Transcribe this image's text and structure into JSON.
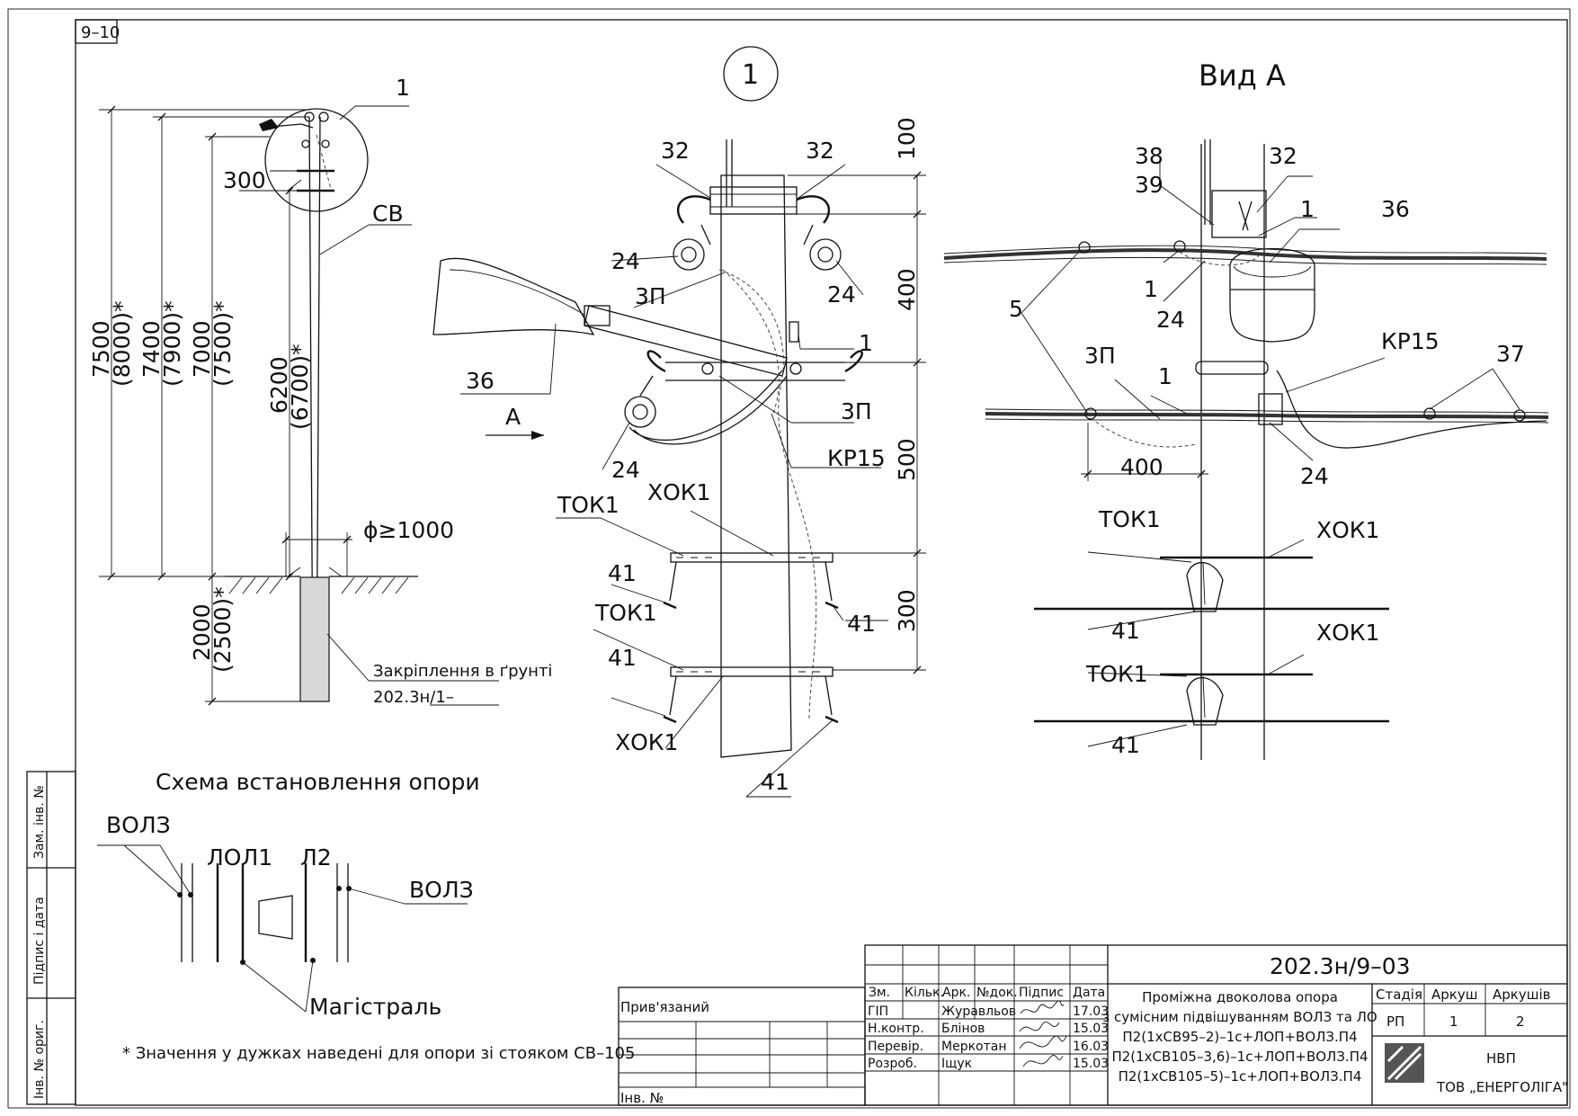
{
  "sheet_code": "9–10",
  "callout_detail": "1",
  "view_title": "Вид А",
  "overall": {
    "pos1": "1",
    "pos300": "300",
    "cb": "СВ",
    "d1": "7500",
    "d1b": "(8000)*",
    "d2": "7400",
    "d2b": "(7900)*",
    "d3": "7000",
    "d3b": "(7500)*",
    "d4": "6200",
    "d4b": "(6700)*",
    "phi": "ϕ≥1000",
    "g1": "2000",
    "g1b": "(2500)*",
    "ground_fix": "Закріплення в ґрунті",
    "ground_ref": "202.3н/1–"
  },
  "detail": {
    "l32a": "32",
    "l32b": "32",
    "l24a": "24",
    "l24b": "24",
    "l24c": "24",
    "l3p1": "3П",
    "l3p2": "3П",
    "l36": "36",
    "l1": "1",
    "kp15": "КР15",
    "arrowA": "А",
    "tok1a": "ТОК1",
    "tok1b": "ТОК1",
    "xok1a": "ХОК1",
    "xok1b": "ХОК1",
    "l41a": "41",
    "l41b": "41",
    "l41c": "41",
    "l41d": "41",
    "dim100": "100",
    "dim400": "400",
    "dim500": "500",
    "dim300": "300"
  },
  "view": {
    "l38": "38",
    "l39": "39",
    "l32": "32",
    "l1a": "1",
    "l1b": "1",
    "l1c": "1",
    "l36": "36",
    "l5": "5",
    "l24a": "24",
    "l24b": "24",
    "l3p": "3П",
    "kp15": "КР15",
    "l37": "37",
    "dim400": "400",
    "tok1a": "ТОК1",
    "tok1b": "ТОК1",
    "xok1a": "ХОК1",
    "xok1b": "ХОК1",
    "l41a": "41",
    "l41b": "41"
  },
  "scheme": {
    "title": "Схема встановлення опори",
    "vol3_left": "ВОЛЗ",
    "lol1": "ЛОЛ1",
    "l2": "Л2",
    "vol3_right": "ВОЛЗ",
    "magistral": "Магістраль"
  },
  "footnote": "* Значення у дужках наведені для опори зі стояком СВ–105",
  "side_stamp": {
    "zam": "Зам. інв. №",
    "pidpys": "Підпис і дата",
    "inv_orig": "Інв. № ориг."
  },
  "title_block": {
    "code": "202.3н/9–03",
    "bound": "Прив'язаний",
    "inv": "Інв. №",
    "head": {
      "zm": "Зм.",
      "kilk": "Кільк.",
      "ark": "Арк.",
      "ndok": "№док.",
      "pidpys": "Підпис",
      "data": "Дата"
    },
    "rows": [
      {
        "role": "ГІП",
        "name": "Журавльов",
        "date": "17.03"
      },
      {
        "role": "Н.контр.",
        "name": "Блінов",
        "date": "15.03"
      },
      {
        "role": "Перевір.",
        "name": "Меркотан",
        "date": "16.03"
      },
      {
        "role": "Розроб.",
        "name": "Іщук",
        "date": "15.03"
      }
    ],
    "desc": [
      "Проміжна двоколова опора",
      "з сумісним підвішуванням ВОЛЗ та ЛО",
      "П2(1хСВ95–2)–1с+ЛОП+ВОЛЗ.П4",
      "П2(1хСВ105–3,6)–1с+ЛОП+ВОЛЗ.П4",
      "П2(1хСВ105–5)–1с+ЛОП+ВОЛЗ.П4"
    ],
    "stage_h": "Стадія",
    "sheet_h": "Аркуш",
    "sheets_h": "Аркушів",
    "stage": "РП",
    "sheet": "1",
    "sheets": "2",
    "org1": "НВП",
    "org2": "ТОВ „ЕНЕРГОЛІГА\""
  }
}
